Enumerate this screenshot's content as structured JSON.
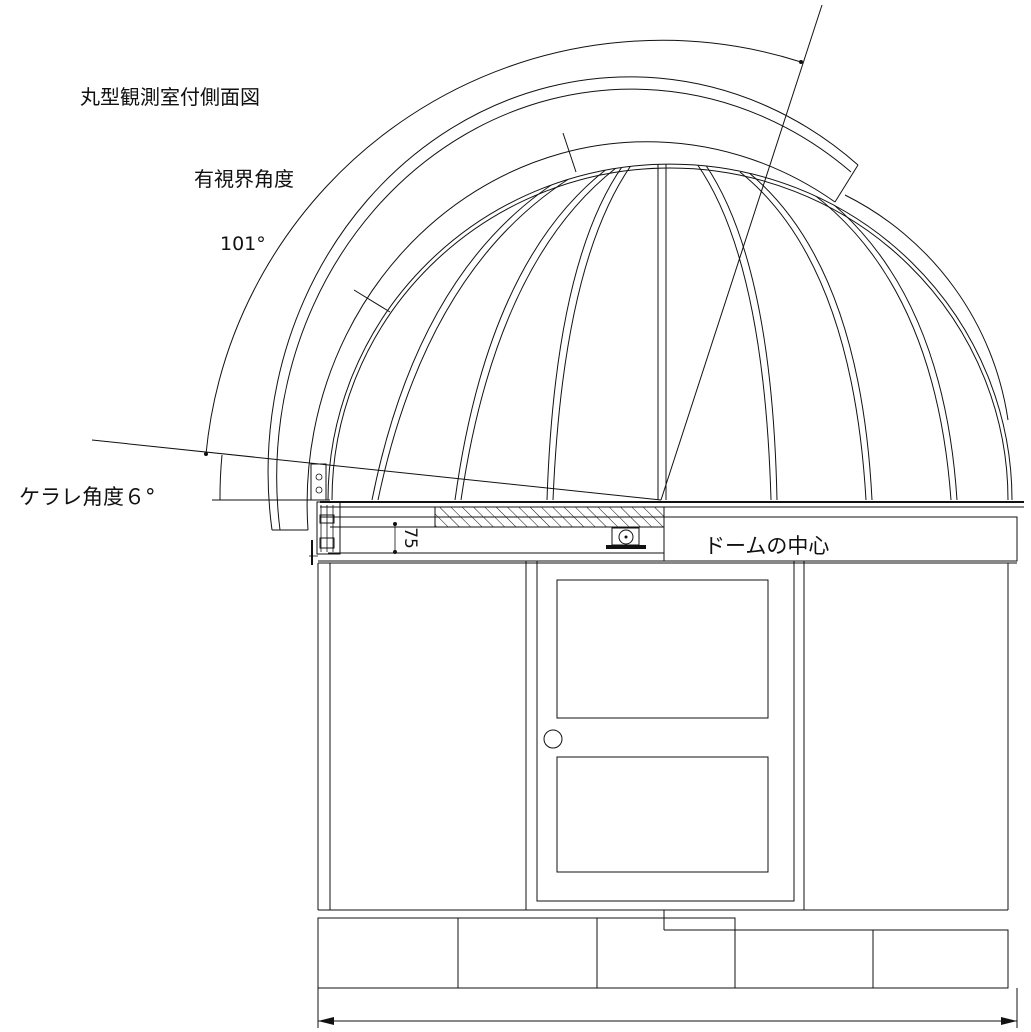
{
  "title": "丸型観測室付側面図",
  "view_angle_label": "有視界角度",
  "view_angle_value": "101°",
  "vignette_label": "ケラレ角度６°",
  "dimension_value": "75",
  "dome_center_label": "ドームの中心"
}
